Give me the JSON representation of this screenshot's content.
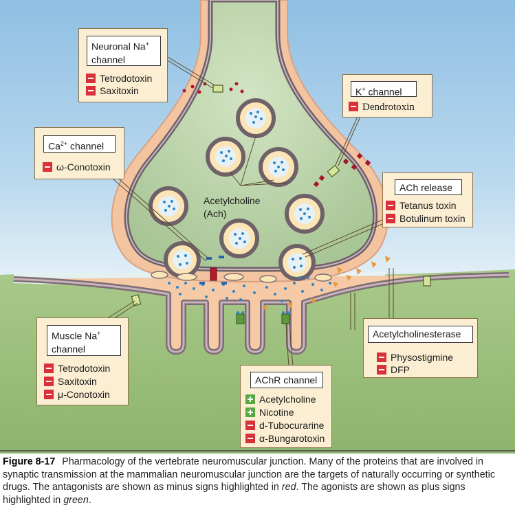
{
  "boxes": {
    "neuronal_na": {
      "title_line1": "Neuronal Na",
      "title_sup": "+",
      "title_line2": "channel",
      "items": [
        "Tetrodotoxin",
        "Saxitoxin"
      ]
    },
    "k_channel": {
      "title": "K",
      "title_sup": "+",
      "title_rest": " channel",
      "items": [
        "Dendrotoxin"
      ]
    },
    "ca_channel": {
      "title": "Ca",
      "title_sup": "2+",
      "title_rest": " channel",
      "items": [
        "ω-Conotoxin"
      ]
    },
    "ach_release": {
      "title": "ACh release",
      "items": [
        "Tetanus toxin",
        "Botulinum toxin"
      ]
    },
    "muscle_na": {
      "title_line1": "Muscle Na",
      "title_sup": "+",
      "title_line2": "channel",
      "items": [
        "Tetrodotoxin",
        "Saxitoxin",
        "μ-Conotoxin"
      ]
    },
    "achr": {
      "title": "AChR channel",
      "items": [
        {
          "sign": "plus",
          "label": "Acetylcholine"
        },
        {
          "sign": "plus",
          "label": "Nicotine"
        },
        {
          "sign": "minus",
          "label": "d-Tubocurarine"
        },
        {
          "sign": "minus",
          "label": "α-Bungarotoxin"
        }
      ]
    },
    "ache": {
      "title": "Acetylcholinesterase",
      "items": [
        "Physostigmine",
        "DFP"
      ]
    }
  },
  "ach_label": {
    "line1": "Acetylcholine",
    "line2": "(Ach)"
  },
  "caption": {
    "figure_label": "Figure 8-17",
    "text_1": "Pharmacology of the vertebrate neuromuscular junction. Many of the proteins that are involved in synaptic transmission at the mammalian neuromuscular junction are the targets of naturally occurring or synthetic drugs. The antagonists are shown as minus signs highlighted in ",
    "red_word": "red",
    "text_2": ". The agonists are shown as plus signs highlighted in ",
    "green_word": "green",
    "text_3": "."
  },
  "colors": {
    "sky": "#9fc8e6",
    "muscle": "#9bbf7a",
    "terminal_outer": "#f5c7a4",
    "terminal_membrane": "#7d6d73",
    "cytoplasm": "#b9d1a8",
    "vesicle": "#fbe4b6",
    "ach_dot": "#2b86c8",
    "toxin_red": "#a3142a",
    "ache_orange": "#e89a3c",
    "box_fill": "#fbeed2",
    "minus": "#d9303a",
    "plus": "#58a840"
  }
}
